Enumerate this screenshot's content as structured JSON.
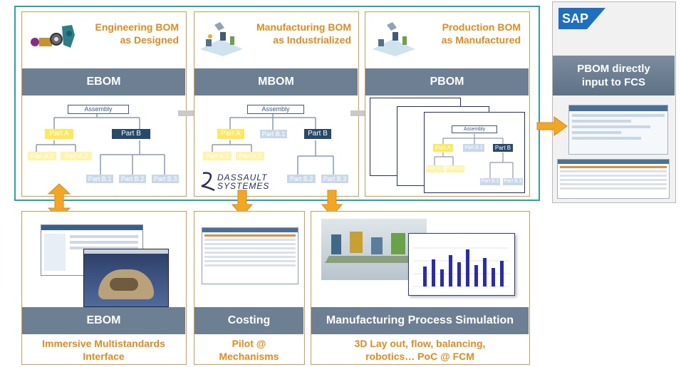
{
  "colors": {
    "teal_frame": "#2aa6a0",
    "orange": "#e88a1a",
    "band": "#6d7f92",
    "arrow_orange": "#f3a621",
    "navy": "#26496e",
    "yellow": "#ffe95a"
  },
  "top": {
    "ebom": {
      "title": "Engineering BOM\nas Designed",
      "band": "EBOM"
    },
    "mbom": {
      "title": "Manufacturing BOM\nas Industrialized",
      "band": "MBOM"
    },
    "pbom": {
      "title": "Production BOM\nas Manufactured",
      "band": "PBOM"
    }
  },
  "tree": {
    "assembly": "Assembly",
    "part_a": "Part A",
    "part_b": "Part B",
    "part_a1": "Part A.1",
    "part_a2": "Part A.2",
    "part_b1": "Part B.1",
    "part_b2": "Part B.2",
    "part_b3": "Part B.3"
  },
  "dassault": {
    "line1": "DASSAULT",
    "line2": "SYSTEMES"
  },
  "sap": {
    "logo": "SAP",
    "band": "PBOM directly\ninput to FCS"
  },
  "bottom": {
    "ebom": {
      "band": "EBOM",
      "caption": "Immersive Multistandards\nInterface"
    },
    "costing": {
      "band": "Costing",
      "caption": "Pilot @\nMechanisms"
    },
    "sim": {
      "band": "Manufacturing Process Simulation",
      "caption": "3D Lay out, flow, balancing,\nrobotics… PoC @ FCM"
    }
  },
  "icons": [
    "gear-part-icon",
    "robot-cell-icon",
    "dassault-logo-icon",
    "sap-logo-icon",
    "gray-arrow-icon",
    "orange-arrow-icon"
  ]
}
